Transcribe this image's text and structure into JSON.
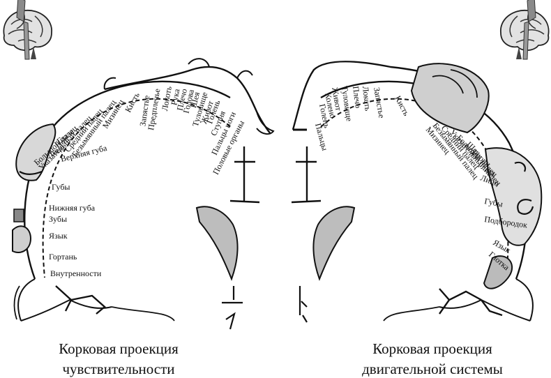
{
  "captions": {
    "left": [
      "Корковая проекция",
      "чувствительности"
    ],
    "right": [
      "Корковая проекция",
      "двигательной системы"
    ]
  },
  "sensory_labels": [
    "Половые органы",
    "Пальцы ноги",
    "Ступня",
    "Голень",
    "Живот",
    "Туловище",
    "Шея",
    "Голова",
    "Плечо",
    "Рука",
    "Локоть",
    "Предплечье",
    "Запястье",
    "Кисть",
    "Мизинец",
    "Безымянный палец",
    "Средний палец",
    "Указательный палец",
    "Большой палец",
    "Глаза",
    "Нос",
    "Лицо",
    "Верхняя губа",
    "Губы",
    "Нижняя губа",
    "Зубы",
    "Язык",
    "Гортань",
    "Внутренности"
  ],
  "motor_labels": [
    "Пальцы",
    "Голень",
    "Колено",
    "Живот",
    "Туловище",
    "Плечо",
    "Локоть",
    "Запястье",
    "Кисть",
    "Мизинец",
    "Безымянный палец",
    "Средний палец",
    "Указательный палец",
    "Большой палец",
    "Шея",
    "Брови",
    "Глаза",
    "Лицо",
    "Губы",
    "Подбородок",
    "Язык",
    "Глотка"
  ],
  "icons": [
    "brain-icon",
    "brain-icon"
  ]
}
